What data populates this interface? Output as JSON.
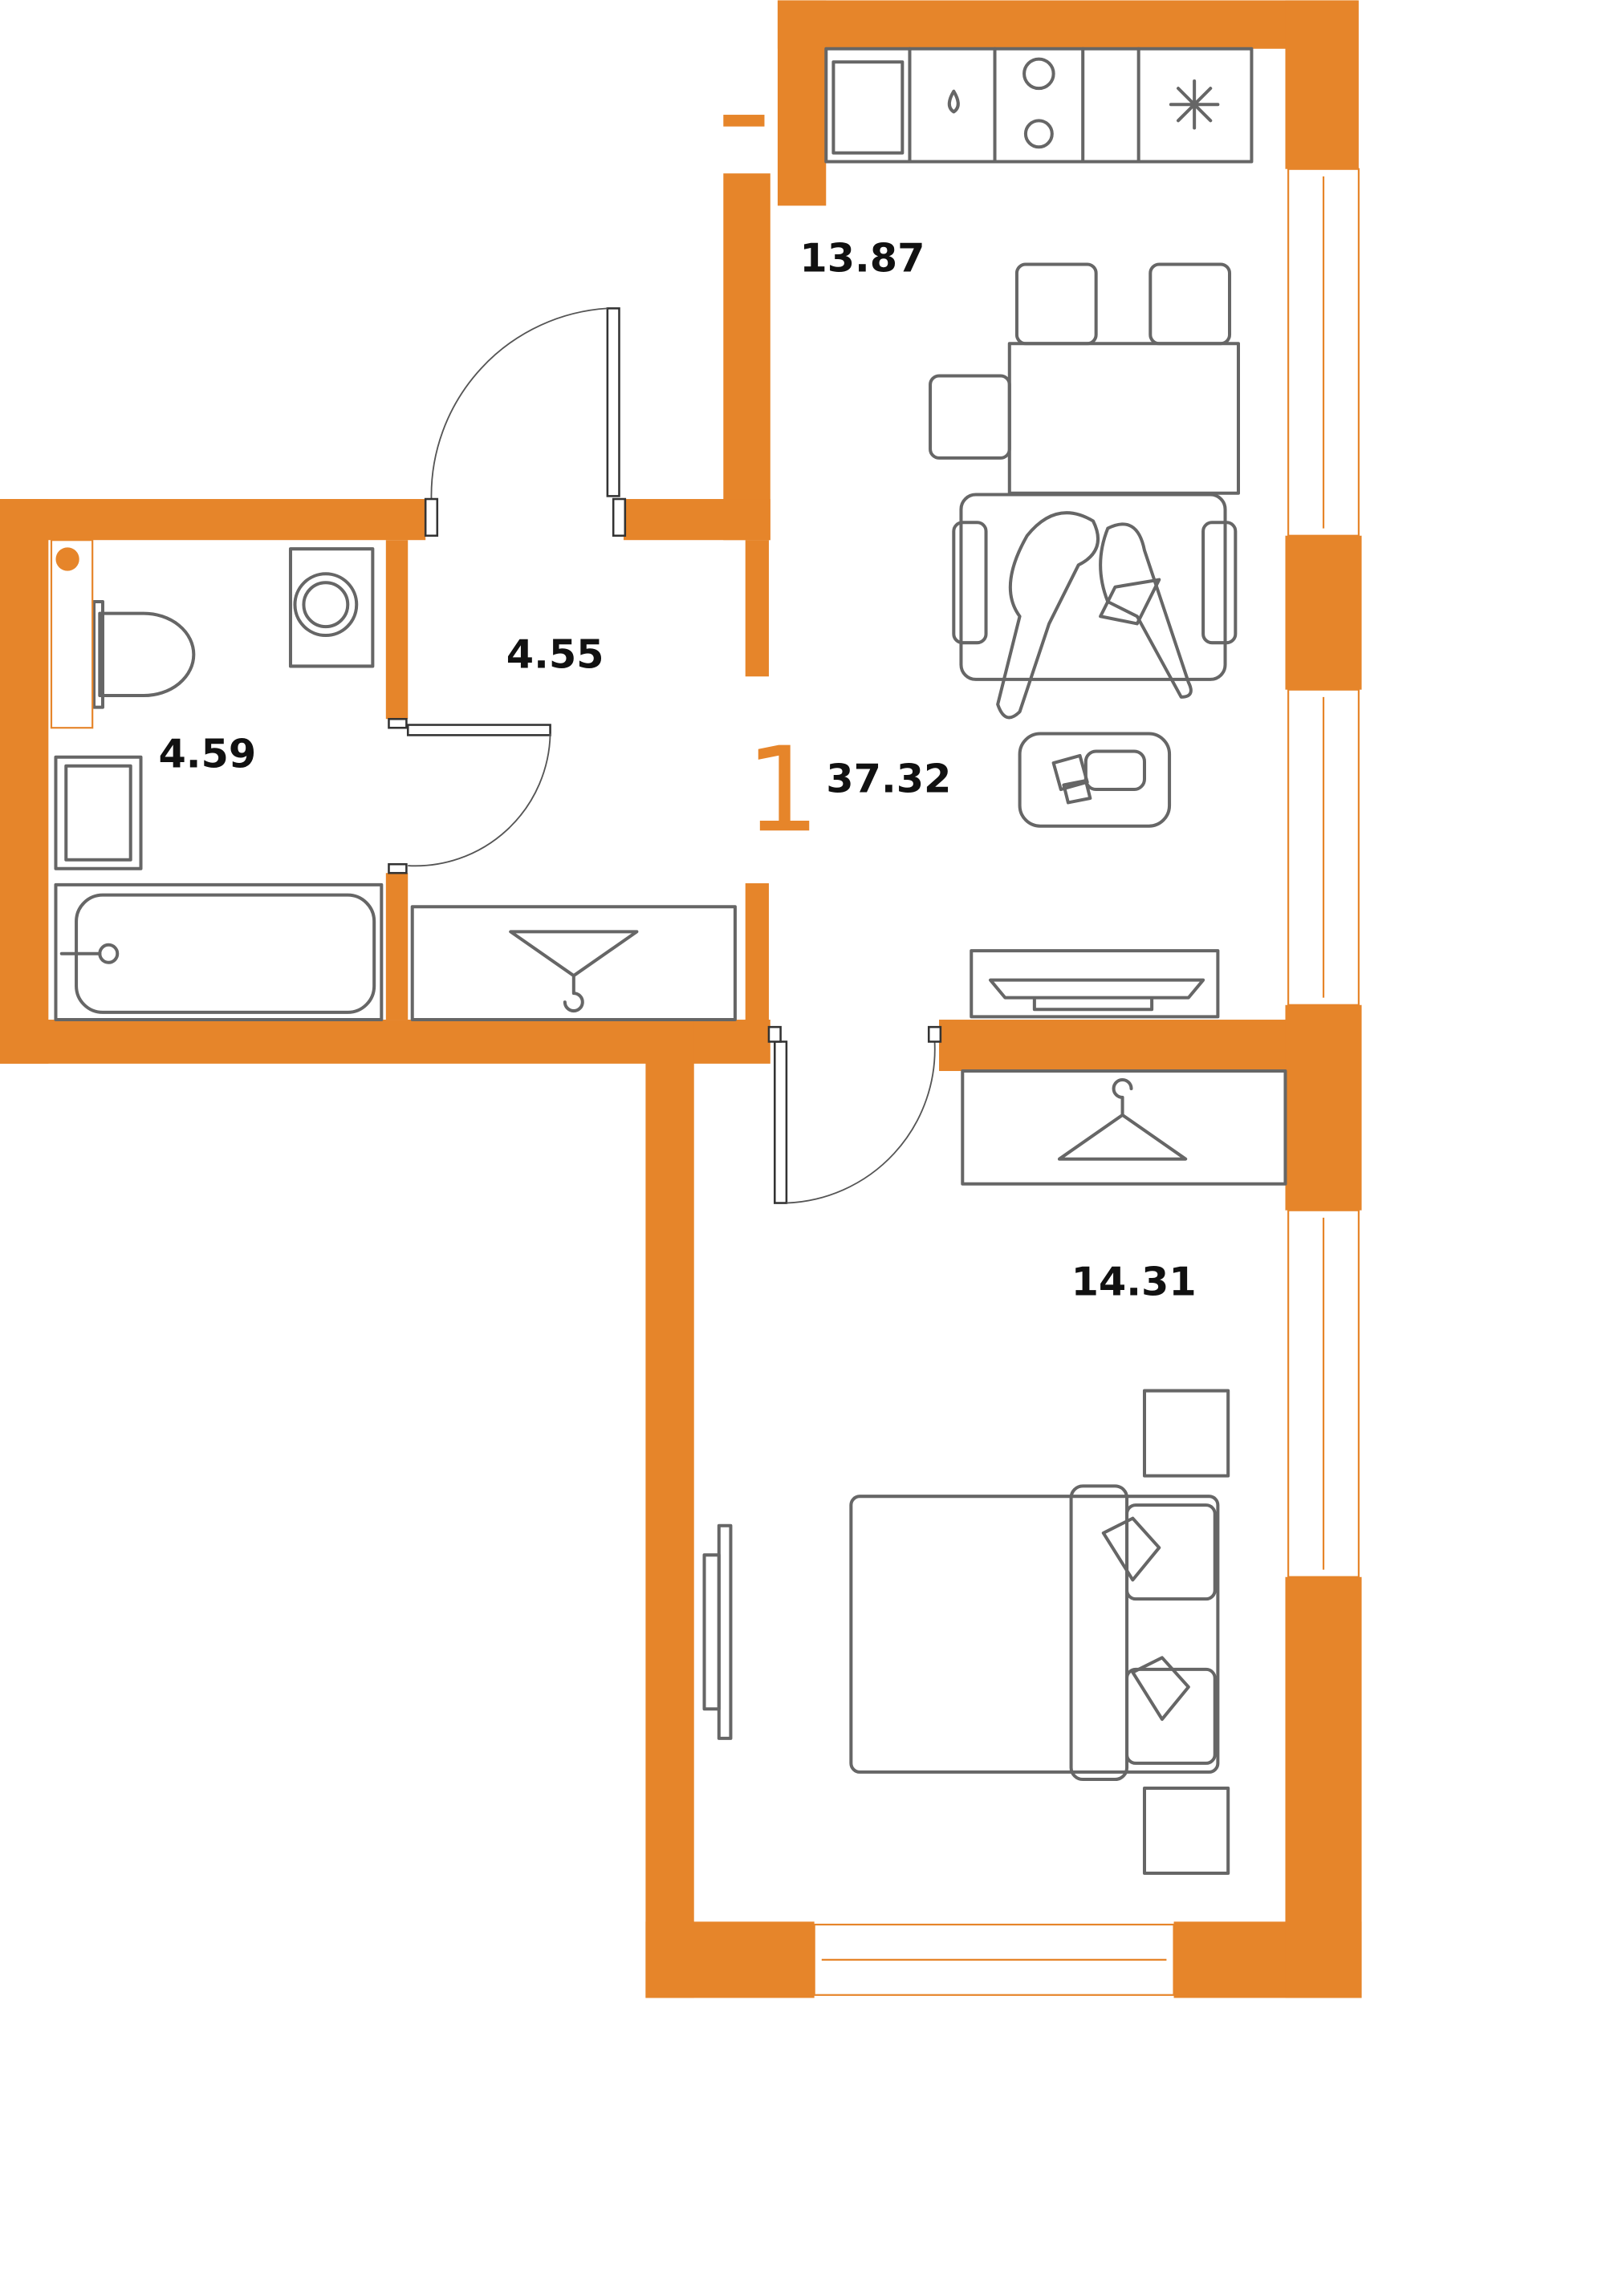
{
  "plan": {
    "rooms_count": "1",
    "total_area": "37.32",
    "rooms": [
      {
        "name": "kitchen-living",
        "area": "13.87"
      },
      {
        "name": "hallway",
        "area": "4.55"
      },
      {
        "name": "bathroom",
        "area": "4.59"
      },
      {
        "name": "bedroom",
        "area": "14.31"
      }
    ],
    "colors": {
      "wall": "#E6852A",
      "furniture": "#666666"
    }
  }
}
